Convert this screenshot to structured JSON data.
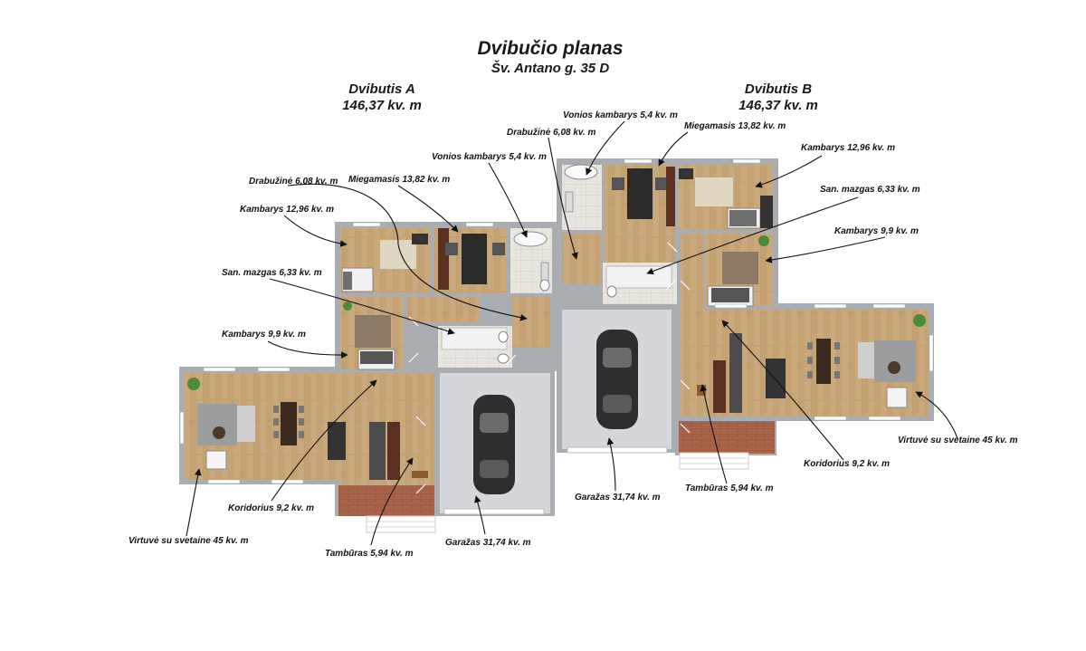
{
  "title": "Dvibučio planas",
  "address": "Šv. Antano g. 35 D",
  "unit_a": {
    "name": "Dvibutis A",
    "area": "146,37 kv. m"
  },
  "unit_b": {
    "name": "Dvibutis B",
    "area": "146,37 kv. m"
  },
  "labels_a": {
    "drabuzine": "Drabužinė 6,08 kv. m",
    "miegamasis": "Miegamasis 13,82 kv. m",
    "vonios": "Vonios kambarys 5,4 kv. m",
    "kambarys1": "Kambarys 12,96 kv. m",
    "san_mazgas": "San. mazgas 6,33 kv. m",
    "kambarys2": "Kambarys 9,9 kv. m",
    "koridorius": "Koridorius 9,2 kv. m",
    "virtuve": "Virtuvė su svetaine 45 kv. m",
    "tamburas": "Tambūras 5,94 kv. m",
    "garazas": "Garažas 31,74 kv. m"
  },
  "labels_b": {
    "vonios": "Vonios kambarys 5,4 kv. m",
    "drabuzine": "Drabužinė 6,08 kv. m",
    "miegamasis": "Miegamasis 13,82 kv. m",
    "kambarys1": "Kambarys 12,96 kv. m",
    "san_mazgas": "San. mazgas 6,33 kv. m",
    "kambarys2": "Kambarys 9,9 kv. m",
    "garazas": "Garažas 31,74 kv. m",
    "tamburas": "Tambūras 5,94 kv. m",
    "koridorius": "Koridorius 9,2 kv. m",
    "virtuve": "Virtuvė su svetaine 45 kv. m"
  },
  "colors": {
    "wall": "#a9acb0",
    "floor": "#c9a87c",
    "tile": "#e6e3dc",
    "garage": "#d4d6d9",
    "terrace": "#b06a4c"
  }
}
